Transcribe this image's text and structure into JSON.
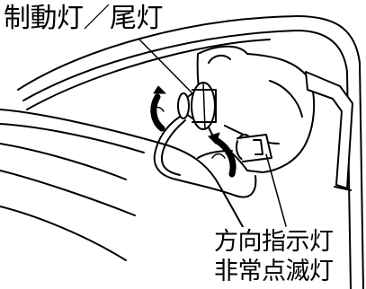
{
  "labels": {
    "brake_tail_lamp": "制動灯／尾灯",
    "turn_signal_line1": "方向指示灯",
    "turn_signal_line2": "非常点滅灯"
  },
  "colors": {
    "stroke": "#000000",
    "background": "#ffffff"
  },
  "icons": {
    "rotation_arrow_upper": "curved-arrow-icon",
    "rotation_arrow_lower": "curved-arrow-icon"
  }
}
